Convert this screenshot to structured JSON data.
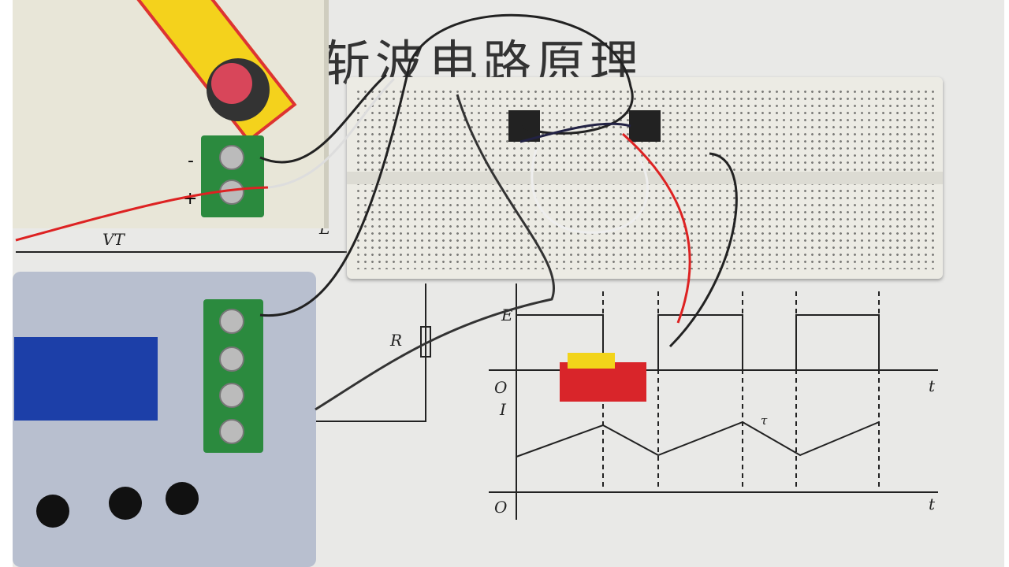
{
  "poster": {
    "title": "斩波电路原理",
    "labels": {
      "vt": "VT",
      "l": "L",
      "r": "R",
      "e": "E",
      "o1": "O",
      "t1": "t",
      "i": "I",
      "o2": "O",
      "t2": "t",
      "tau": "τ"
    },
    "psu_terminals": {
      "minus": "-",
      "plus": "+"
    }
  }
}
